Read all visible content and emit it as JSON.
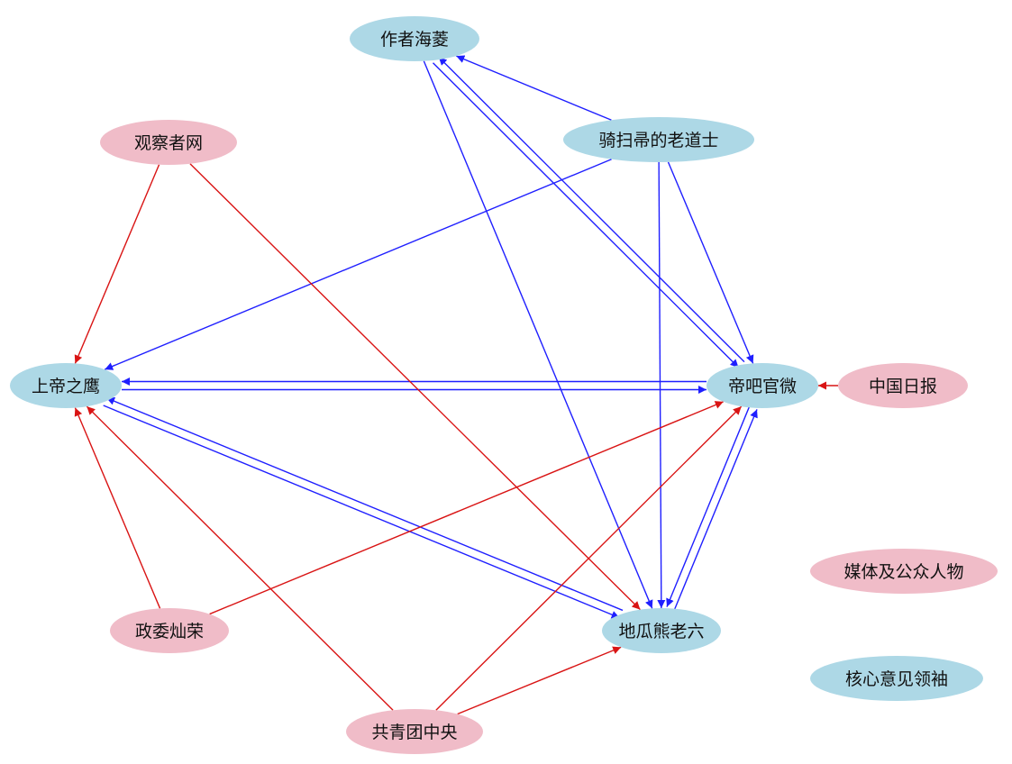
{
  "colors": {
    "opinion_leader": "#add8e6",
    "media_public": "#f0bcc8",
    "edge_blue": "#1f1fff",
    "edge_red": "#d91414"
  },
  "nodes": [
    {
      "id": "zuozhe",
      "label": "作者海菱",
      "group": "opinion_leader"
    },
    {
      "id": "guancha",
      "label": "观察者网",
      "group": "media_public"
    },
    {
      "id": "qisao",
      "label": "骑扫帚的老道士",
      "group": "opinion_leader"
    },
    {
      "id": "shangdi",
      "label": "上帝之鹰",
      "group": "opinion_leader"
    },
    {
      "id": "diba",
      "label": "帝吧官微",
      "group": "opinion_leader"
    },
    {
      "id": "zhongguo",
      "label": "中国日报",
      "group": "media_public"
    },
    {
      "id": "zhengwei",
      "label": "政委灿荣",
      "group": "media_public"
    },
    {
      "id": "digua",
      "label": "地瓜熊老六",
      "group": "opinion_leader"
    },
    {
      "id": "gongqing",
      "label": "共青团中央",
      "group": "media_public"
    }
  ],
  "legend": [
    {
      "label": "媒体及公众人物",
      "group": "media_public"
    },
    {
      "label": "核心意见领袖",
      "group": "opinion_leader"
    }
  ],
  "edges": [
    {
      "from": "qisao",
      "to": "zuozhe",
      "color": "edge_blue"
    },
    {
      "from": "qisao",
      "to": "shangdi",
      "color": "edge_blue"
    },
    {
      "from": "qisao",
      "to": "diba",
      "color": "edge_blue"
    },
    {
      "from": "qisao",
      "to": "digua",
      "color": "edge_blue"
    },
    {
      "from": "zuozhe",
      "to": "diba",
      "color": "edge_blue"
    },
    {
      "from": "diba",
      "to": "zuozhe",
      "color": "edge_blue"
    },
    {
      "from": "zuozhe",
      "to": "digua",
      "color": "edge_blue"
    },
    {
      "from": "shangdi",
      "to": "diba",
      "color": "edge_blue"
    },
    {
      "from": "diba",
      "to": "shangdi",
      "color": "edge_blue"
    },
    {
      "from": "shangdi",
      "to": "digua",
      "color": "edge_blue"
    },
    {
      "from": "digua",
      "to": "shangdi",
      "color": "edge_blue"
    },
    {
      "from": "diba",
      "to": "digua",
      "color": "edge_blue"
    },
    {
      "from": "digua",
      "to": "diba",
      "color": "edge_blue"
    },
    {
      "from": "guancha",
      "to": "shangdi",
      "color": "edge_red"
    },
    {
      "from": "guancha",
      "to": "digua",
      "color": "edge_red"
    },
    {
      "from": "zhongguo",
      "to": "diba",
      "color": "edge_red"
    },
    {
      "from": "zhengwei",
      "to": "shangdi",
      "color": "edge_red"
    },
    {
      "from": "zhengwei",
      "to": "diba",
      "color": "edge_red"
    },
    {
      "from": "gongqing",
      "to": "shangdi",
      "color": "edge_red"
    },
    {
      "from": "gongqing",
      "to": "diba",
      "color": "edge_red"
    },
    {
      "from": "gongqing",
      "to": "digua",
      "color": "edge_red"
    }
  ]
}
